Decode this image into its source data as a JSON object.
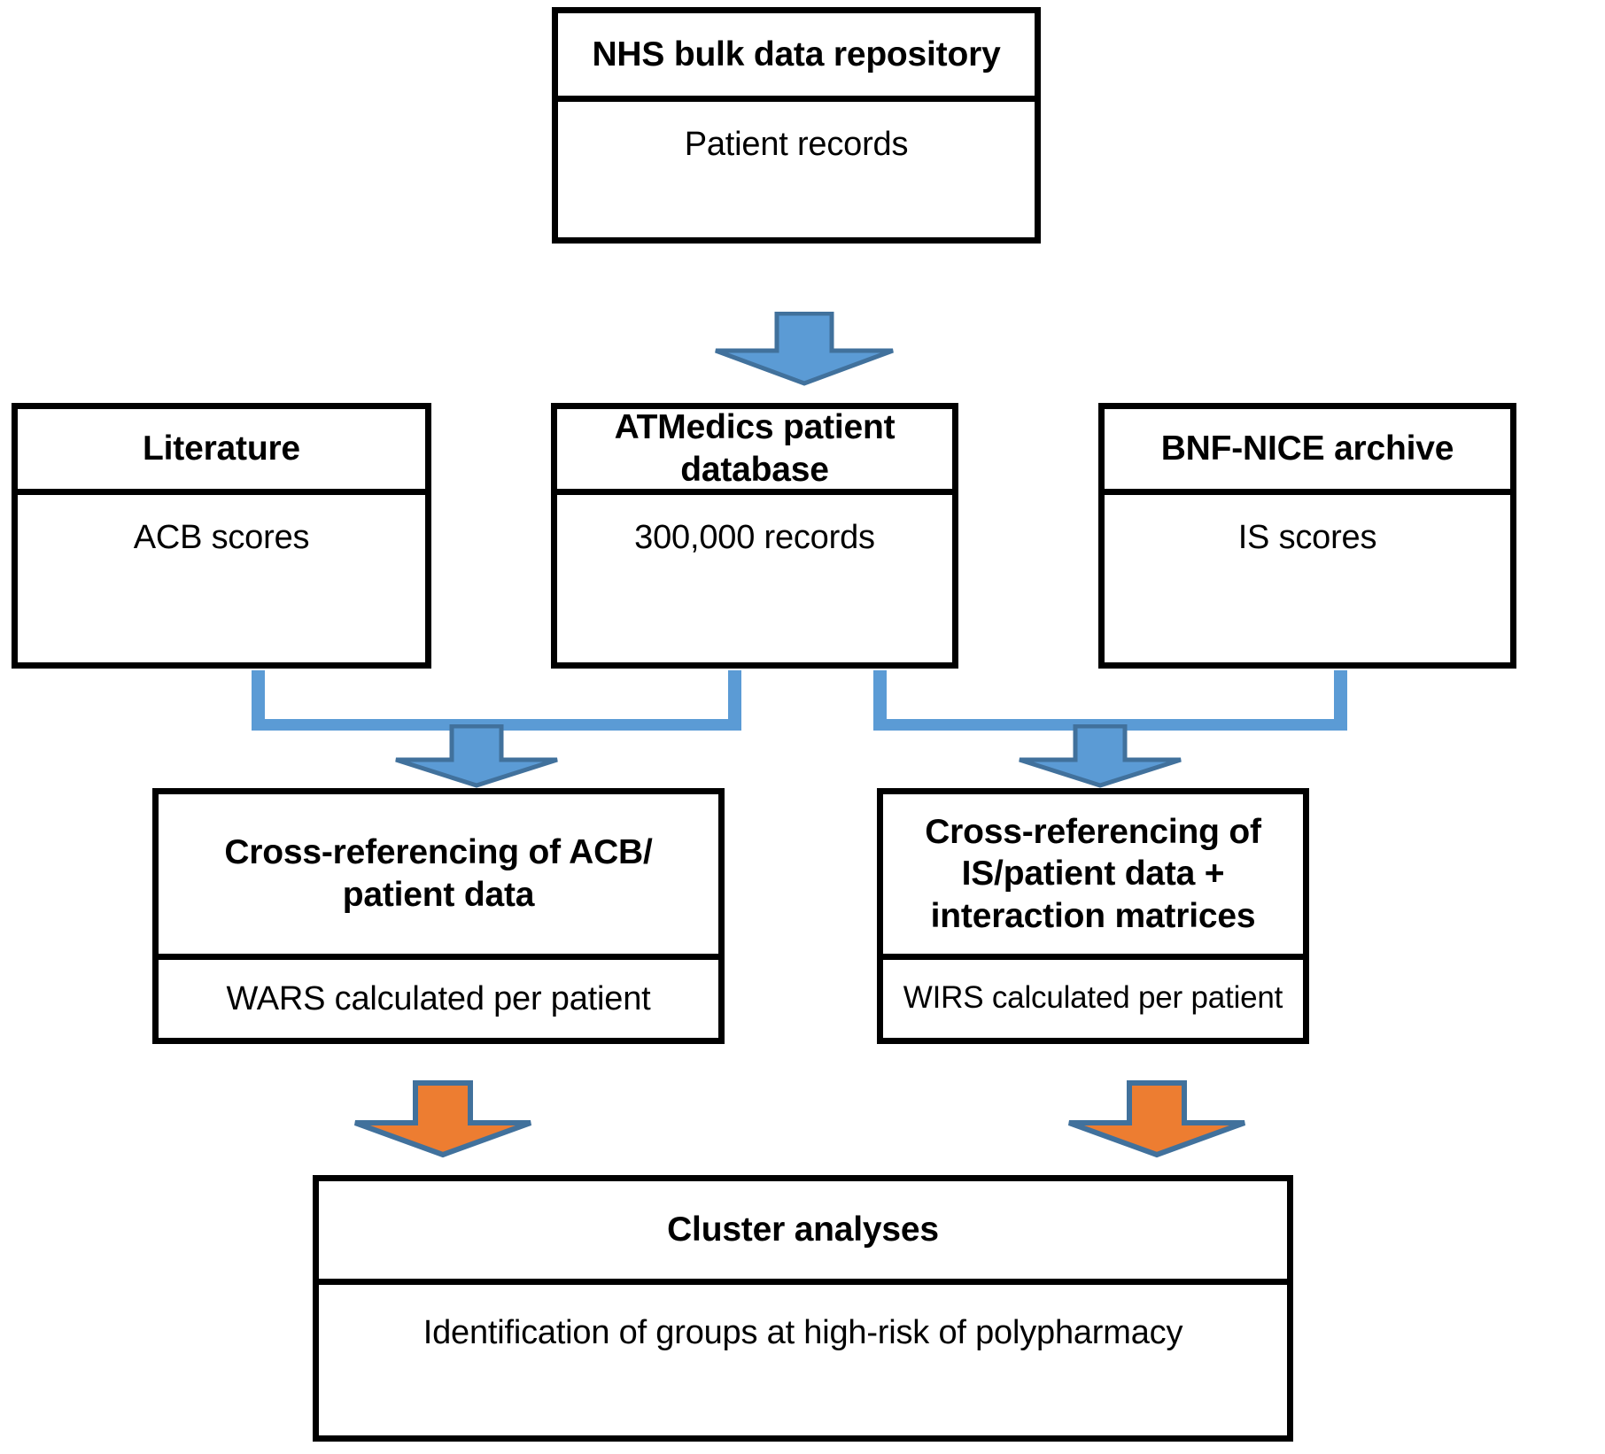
{
  "diagram": {
    "title": "NHS polypharmacy data-flow",
    "colors": {
      "box_border": "#000000",
      "box_fill": "#ffffff",
      "blue_arrow_fill": "#5B9BD5",
      "blue_arrow_stroke": "#41719C",
      "orange_arrow_fill": "#ED7D31",
      "orange_arrow_stroke": "#41719C",
      "connector_line": "#5B9BD5",
      "text": "#000000"
    },
    "nodes": [
      {
        "id": "nhs-repository",
        "title": "NHS bulk data repository",
        "detail": "Patient records"
      },
      {
        "id": "literature",
        "title": "Literature",
        "detail": "ACB scores"
      },
      {
        "id": "atmedics-database",
        "title": "ATMedics patient database",
        "detail": "300,000 records"
      },
      {
        "id": "bnf-nice-archive",
        "title": "BNF-NICE archive",
        "detail": "IS scores"
      },
      {
        "id": "cross-ref-acb",
        "title": "Cross-referencing of ACB/ patient data",
        "detail": "WARS calculated per patient"
      },
      {
        "id": "cross-ref-is",
        "title": "Cross-referencing of IS/patient data + interaction matrices",
        "detail": "WIRS calculated per patient"
      },
      {
        "id": "cluster-analyses",
        "title": "Cluster analyses",
        "detail": "Identification of groups at high-risk of polypharmacy"
      }
    ],
    "arrows": [
      {
        "id": "arrow-nhs-to-atmedics",
        "color": "blue",
        "direction": "down"
      },
      {
        "id": "arrow-merge-to-cross-ref-acb",
        "color": "blue",
        "direction": "down"
      },
      {
        "id": "arrow-merge-to-cross-ref-is",
        "color": "blue",
        "direction": "down"
      },
      {
        "id": "arrow-acb-to-cluster",
        "color": "orange",
        "direction": "down"
      },
      {
        "id": "arrow-is-to-cluster",
        "color": "orange",
        "direction": "down"
      }
    ],
    "connectors": [
      {
        "id": "connector-left-merge",
        "from": [
          "literature",
          "atmedics-database"
        ],
        "to": "cross-ref-acb"
      },
      {
        "id": "connector-right-merge",
        "from": [
          "atmedics-database",
          "bnf-nice-archive"
        ],
        "to": "cross-ref-is"
      }
    ]
  }
}
